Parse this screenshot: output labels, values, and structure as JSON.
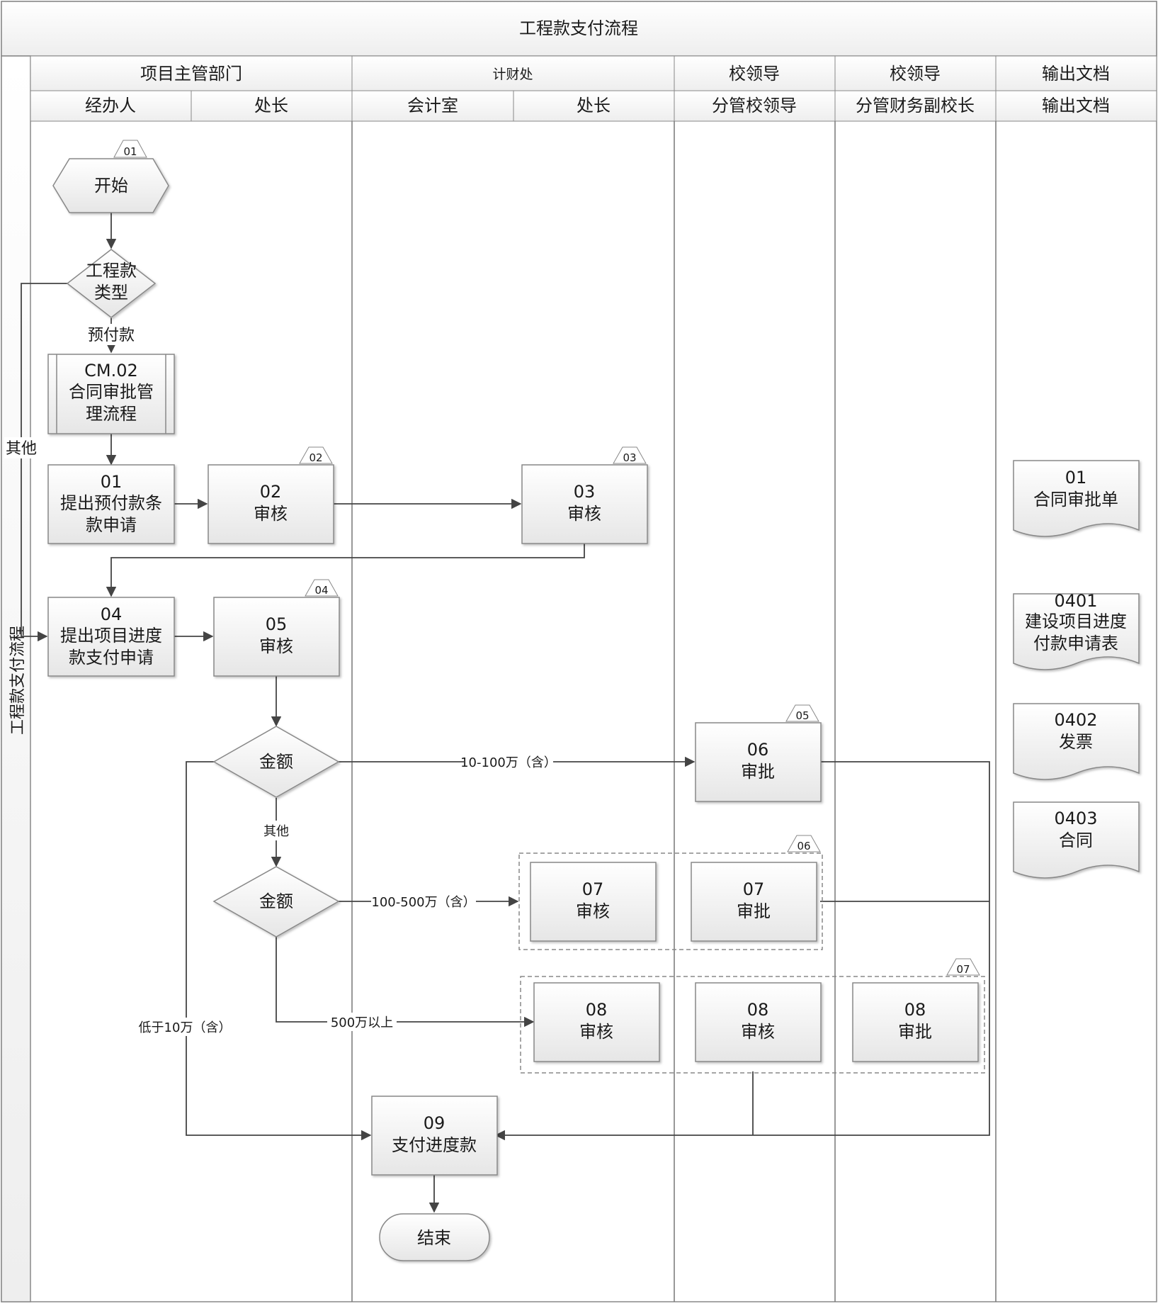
{
  "title": "工程款支付流程",
  "side_label": "工程款支付流程",
  "headers": {
    "row1": [
      "项目主管部门",
      "计财处",
      "校领导",
      "校领导",
      "输出文档"
    ],
    "row2": [
      "经办人",
      "处长",
      "会计室",
      "处长",
      "分管校领导",
      "分管财务副校长",
      "输出文档"
    ]
  },
  "nodes": {
    "start": "开始",
    "type_decision": [
      "工程款",
      "类型"
    ],
    "subprocess": [
      "CM.02",
      "合同审批管",
      "理流程"
    ],
    "n01": [
      "01",
      "提出预付款条",
      "款申请"
    ],
    "n02": [
      "02",
      "审核"
    ],
    "n03": [
      "03",
      "审核"
    ],
    "n04": [
      "04",
      "提出项目进度",
      "款支付申请"
    ],
    "n05": [
      "05",
      "审核"
    ],
    "amount1": "金额",
    "amount2": "金额",
    "n06": [
      "06",
      "审批"
    ],
    "n07a": [
      "07",
      "审核"
    ],
    "n07b": [
      "07",
      "审批"
    ],
    "n08a": [
      "08",
      "审核"
    ],
    "n08b": [
      "08",
      "审核"
    ],
    "n08c": [
      "08",
      "审批"
    ],
    "n09": [
      "09",
      "支付进度款"
    ],
    "end": "结束"
  },
  "tags": [
    "01",
    "02",
    "03",
    "04",
    "05",
    "06",
    "07"
  ],
  "edge_labels": {
    "prepay": "预付款",
    "other_left": "其他",
    "r10_100": "10-100万（含）",
    "other_down": "其他",
    "r100_500": "100-500万（含）",
    "r500": "500万以上",
    "r_lt10": "低于10万（含）"
  },
  "documents": {
    "d01": [
      "01",
      "合同审批单"
    ],
    "d0401": [
      "0401",
      "建设项目进度",
      "付款申请表"
    ],
    "d0402": [
      "0402",
      "发票"
    ],
    "d0403": [
      "0403",
      "合同"
    ]
  },
  "colors": {
    "line": "#555555",
    "border": "#888888",
    "box_fill_top": "#ffffff",
    "box_fill_bottom": "#e8e8e8",
    "header_bg": "#f2f2f2",
    "dash": "#888888"
  }
}
